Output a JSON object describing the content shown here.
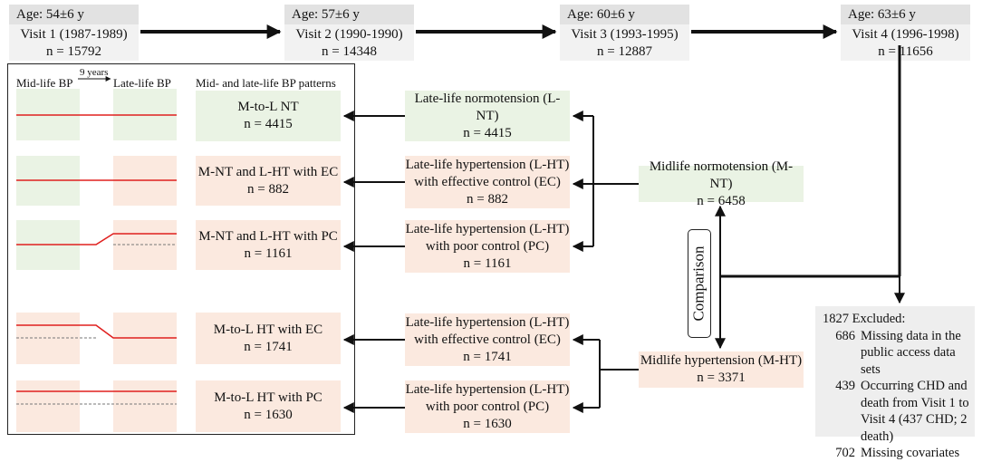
{
  "visits": [
    {
      "age": "Age: 54±6 y",
      "visit": "Visit 1 (1987-1989)",
      "n": "n = 15792"
    },
    {
      "age": "Age: 57±6 y",
      "visit": "Visit 2 (1990-1990)",
      "n": "n = 14348"
    },
    {
      "age": "Age: 60±6 y",
      "visit": "Visit 3 (1993-1995)",
      "n": "n = 12887"
    },
    {
      "age": "Age: 63±6 y",
      "visit": "Visit 4 (1996-1998)",
      "n": "n = 11656"
    }
  ],
  "panel": {
    "mid_label": "Mid-life BP",
    "gap_label": "9 years",
    "late_label": "Late-life BP",
    "patterns_label": "Mid- and late-life BP patterns"
  },
  "patterns": [
    {
      "line1": "M-to-L NT",
      "line2": "n = 4415"
    },
    {
      "line1": "M-NT and L-HT with EC",
      "line2": "n = 882"
    },
    {
      "line1": "M-NT and L-HT with PC",
      "line2": "n = 1161"
    },
    {
      "line1": "M-to-L HT with EC",
      "line2": "n = 1741"
    },
    {
      "line1": "M-to-L HT with PC",
      "line2": "n = 1630"
    }
  ],
  "late_life": [
    {
      "line1": "Late-life normotension (L-NT)",
      "line2": "",
      "line3": "n = 4415"
    },
    {
      "line1": "Late-life hypertension (L-HT)",
      "line2": "with  effective control (EC)",
      "line3": "n = 882"
    },
    {
      "line1": "Late-life hypertension (L-HT)",
      "line2": "with  poor control (PC)",
      "line3": "n = 1161"
    },
    {
      "line1": "Late-life hypertension (L-HT)",
      "line2": "with  effective control (EC)",
      "line3": "n = 1741"
    },
    {
      "line1": "Late-life hypertension (L-HT)",
      "line2": "with  poor control (PC)",
      "line3": "n = 1630"
    }
  ],
  "midlife": [
    {
      "line1": "Midlife normotension (M-NT)",
      "line2": "n = 6458"
    },
    {
      "line1": "Midlife hypertension (M-HT)",
      "line2": "n = 3371"
    }
  ],
  "comparison_label": "Comparison",
  "excluded": {
    "title": "1827 Excluded:",
    "items": [
      {
        "num": "686",
        "text": "Missing data in the public access data sets"
      },
      {
        "num": "439",
        "text": "Occurring CHD and death from Visit 1 to Visit 4 (437 CHD; 2 death)"
      },
      {
        "num": "702",
        "text": "Missing covariates"
      }
    ]
  },
  "colors": {
    "normotension": "#eaf3e4",
    "hypertension": "#fbe9df",
    "bp_line": "#e0201f"
  }
}
